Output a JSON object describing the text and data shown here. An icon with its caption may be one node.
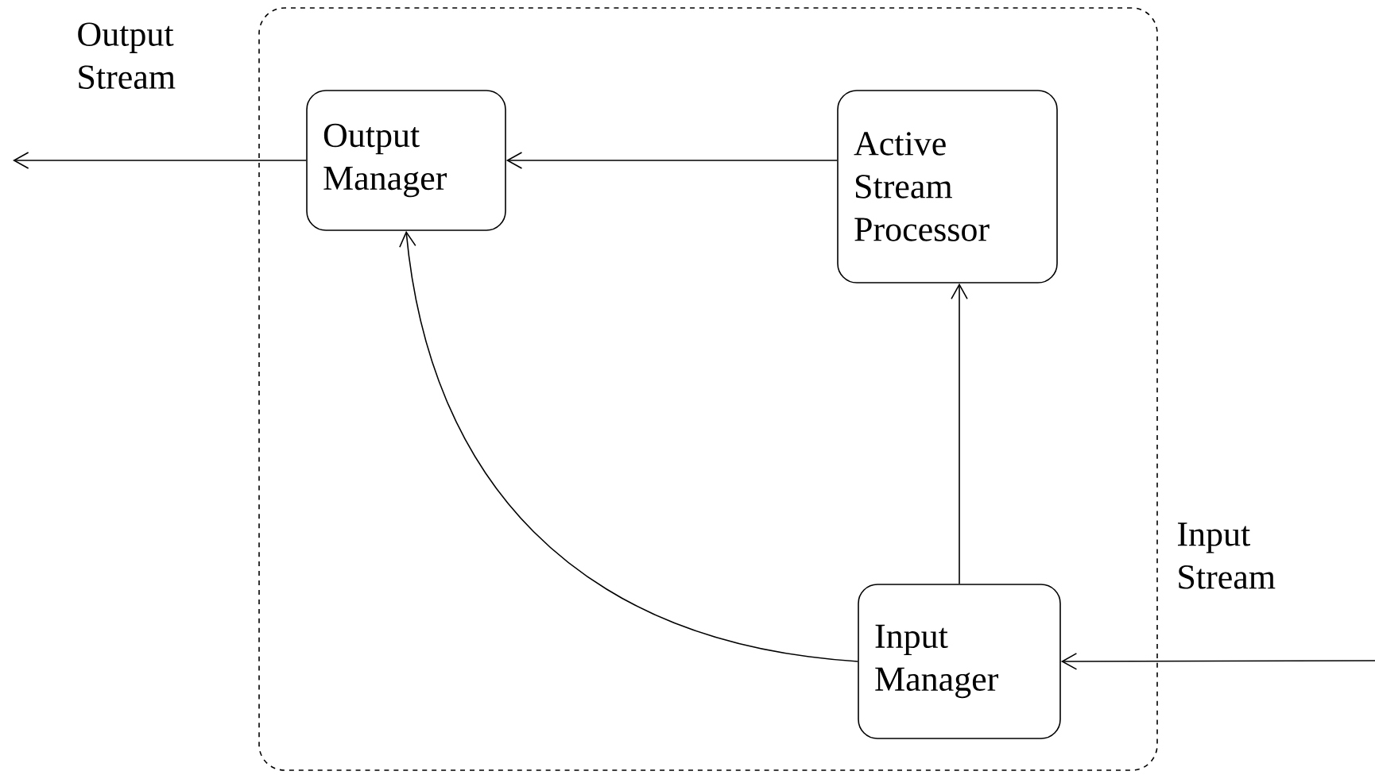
{
  "diagram": {
    "nodes": [
      {
        "text": [],
        "shape": "box"
      },
      {
        "text": [
          "Output Manager"
        ],
        "in": 0
      },
      {
        "text": [
          "Active Stream Processor"
        ],
        "in": 0
      },
      {
        "text": [
          "Input Manager"
        ],
        "in": 0
      }
    ],
    "edges": [
      {
        "from": 2,
        "to": 1,
        "arrow": "to"
      },
      {
        "from": 3,
        "to": 2,
        "arrow": "to"
      },
      {
        "from": 3,
        "to": 1,
        "arrow": "to"
      },
      {
        "from": 1,
        "to": null,
        "arrow": "to"
      },
      {
        "from": null,
        "to": 3,
        "arrow": "to"
      }
    ],
    "labels": [
      "Output Stream",
      "Input Stream"
    ]
  }
}
